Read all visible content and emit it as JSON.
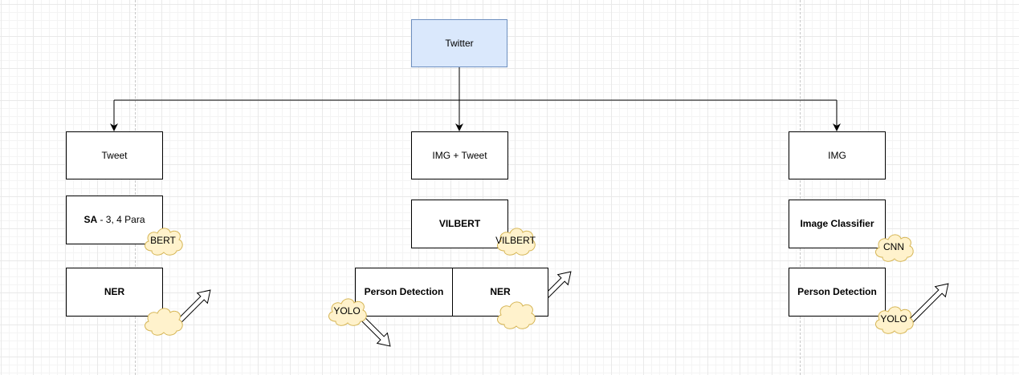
{
  "colors": {
    "root_fill": "#dae8fc",
    "root_stroke": "#6c8ebf",
    "cloud_fill": "#fff2cc",
    "cloud_stroke": "#d6b656"
  },
  "nodes": {
    "twitter": "Twitter",
    "tweet": "Tweet",
    "img_tweet": "IMG + Tweet",
    "img": "IMG",
    "sa_bold": "SA",
    "sa_rest": " - 3, 4 Para",
    "ner_left": "NER",
    "vilbert": "VILBERT",
    "person_detection_mid": "Person Detection",
    "ner_mid": "NER",
    "image_classifier": "Image Classifier",
    "person_detection_right": "Person Detection"
  },
  "clouds": {
    "bert": "BERT",
    "vilbert": "VILBERT",
    "cnn": "CNN",
    "yolo_mid": "YOLO",
    "yolo_right": "YOLO",
    "empty_left": "",
    "empty_mid": ""
  }
}
